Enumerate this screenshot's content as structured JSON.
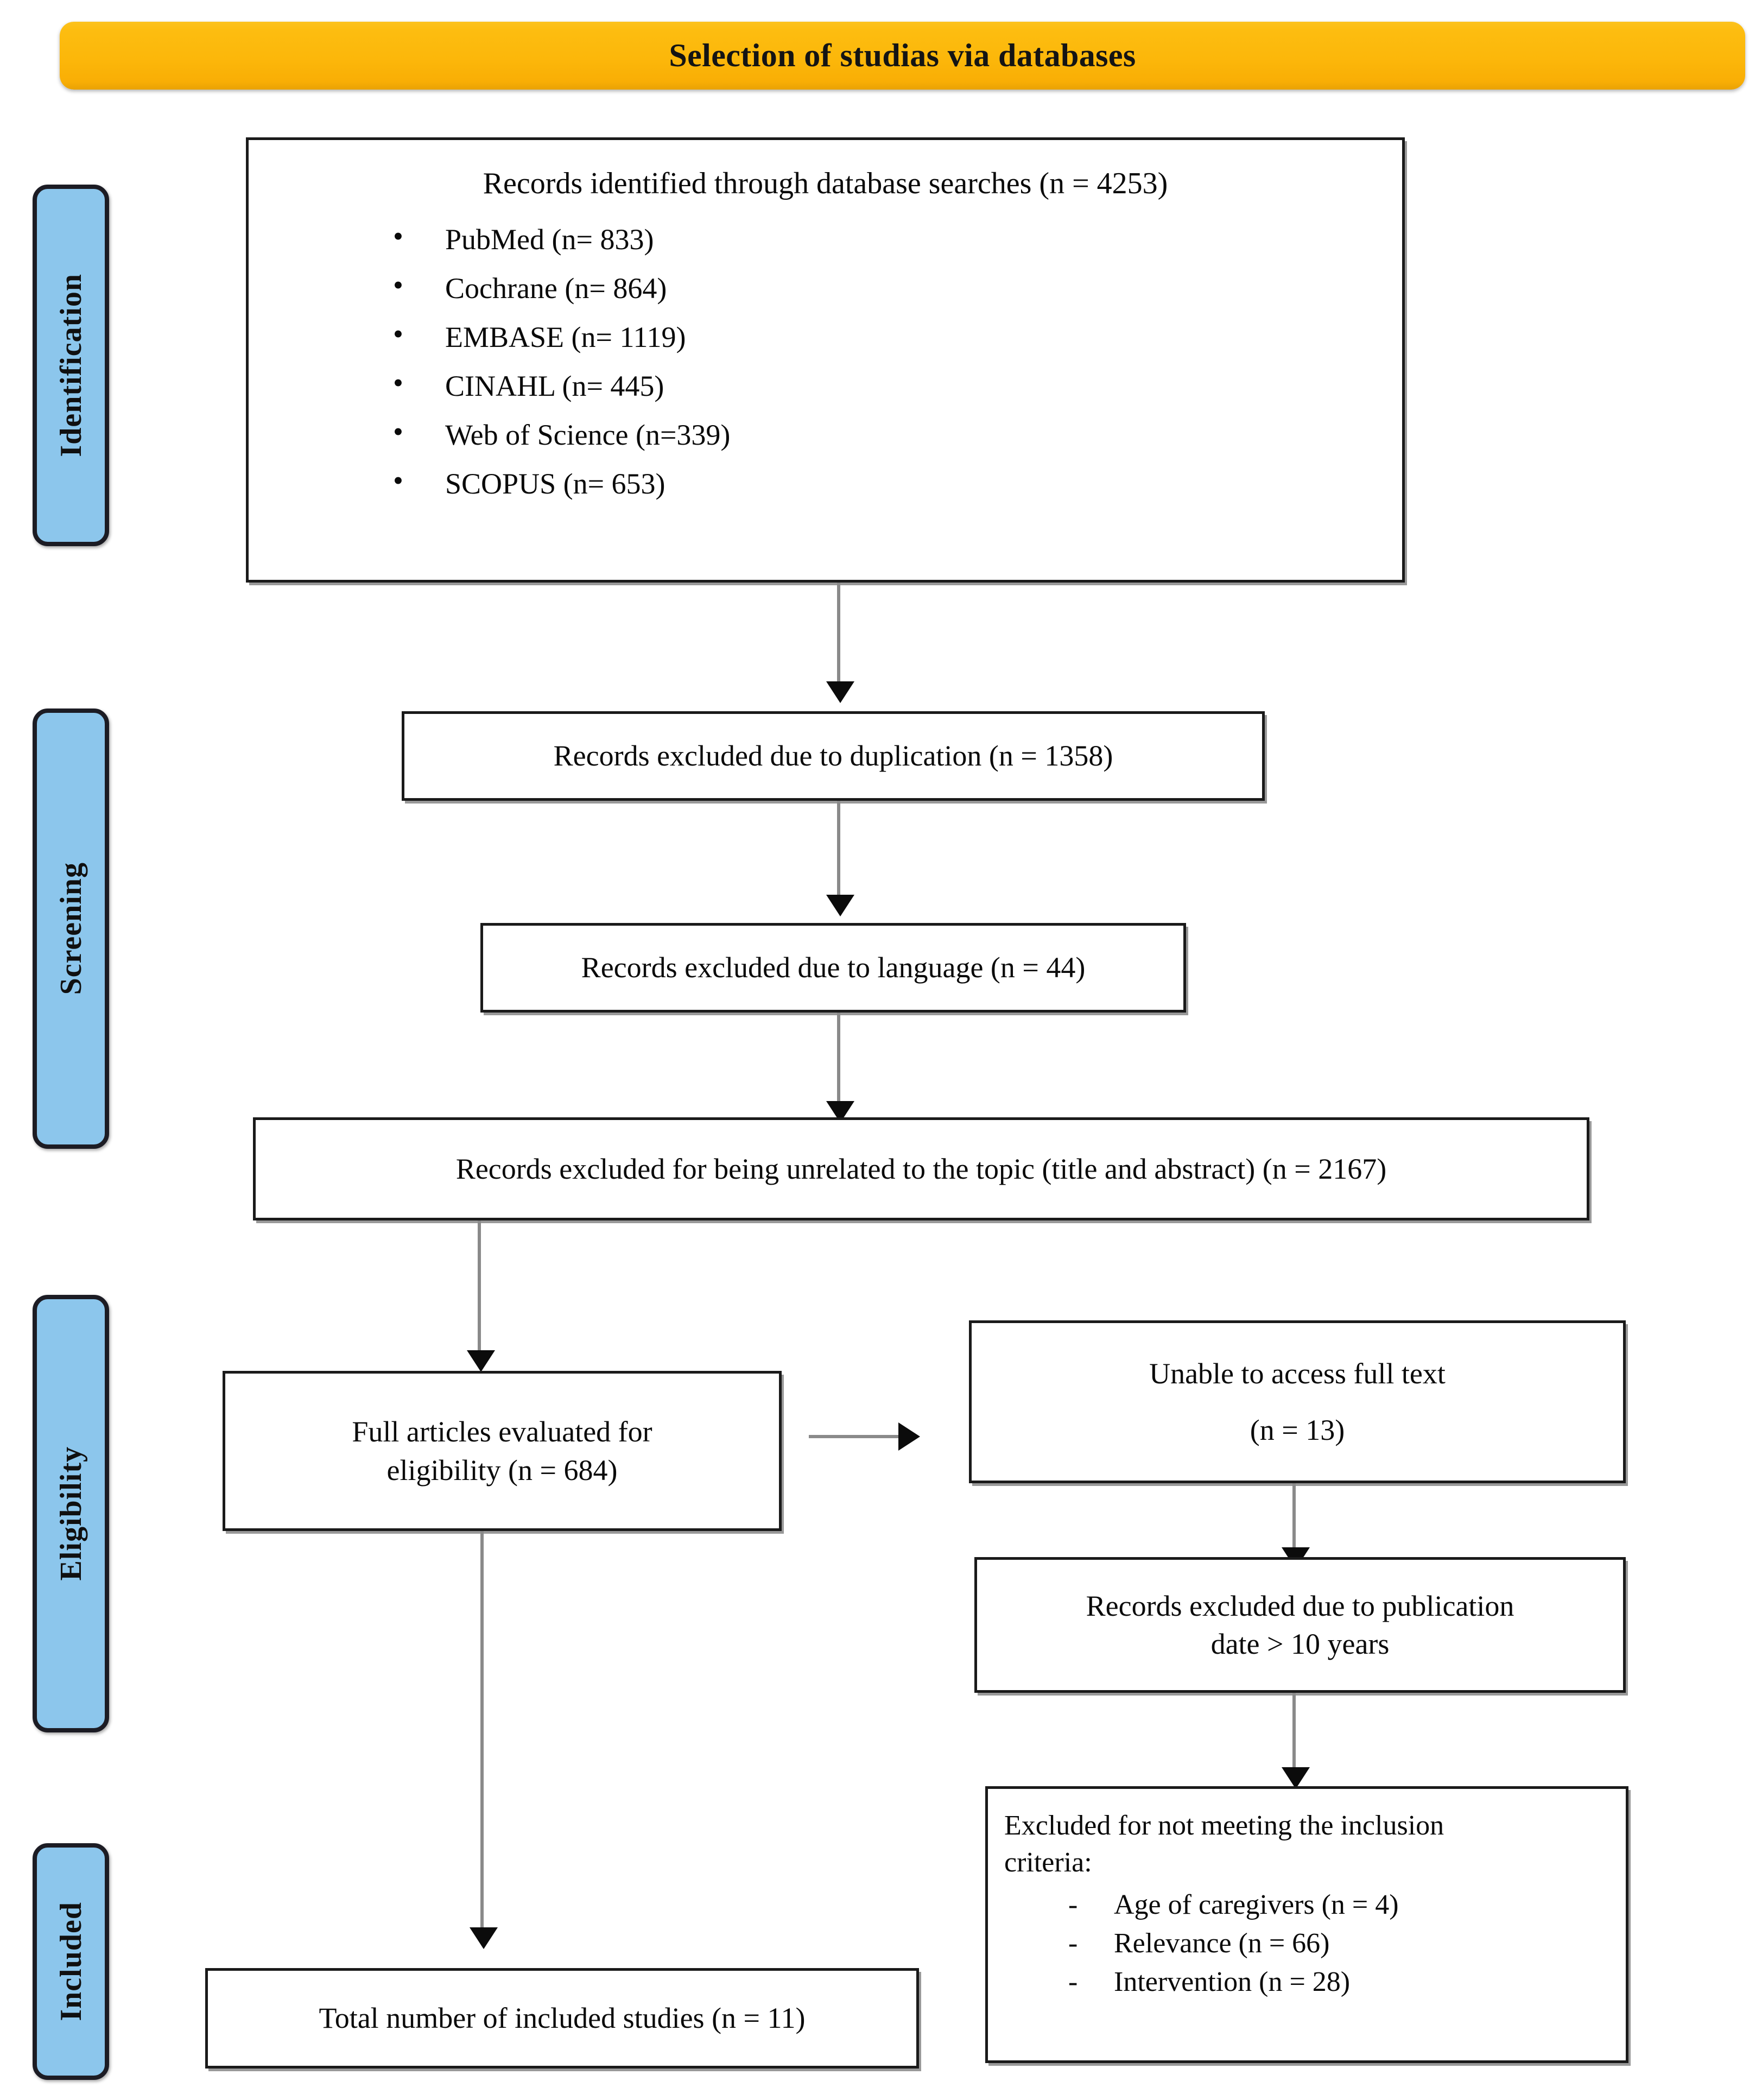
{
  "banner": {
    "title": "Selection of studias via databases"
  },
  "stages": [
    {
      "id": "identification",
      "label": "Identification"
    },
    {
      "id": "screening",
      "label": "Screening"
    },
    {
      "id": "eligibility",
      "label": "Eligibility"
    },
    {
      "id": "included",
      "label": "Included"
    }
  ],
  "identification": {
    "heading": "Records identified through database searches (n = 4253)",
    "databases": [
      "PubMed (n= 833)",
      "Cochrane (n= 864)",
      "EMBASE (n= 1119)",
      "CINAHL (n= 445)",
      "Web of Science (n=339)",
      "SCOPUS (n= 653)"
    ]
  },
  "screening": {
    "duplication": "Records excluded due to duplication (n = 1358)",
    "language": "Records excluded due to language (n = 44)",
    "unrelated": "Records excluded for being unrelated to the topic (title and abstract) (n = 2167)"
  },
  "eligibility": {
    "full_articles_line1": "Full articles evaluated for",
    "full_articles_line2": "eligibility (n = 684)",
    "no_access_line1": "Unable to access full text",
    "no_access_line2": "(n = 13)",
    "pub_date_line1": "Records excluded due to publication",
    "pub_date_line2": "date > 10 years",
    "criteria_heading_line1": "Excluded for not meeting  the inclusion",
    "criteria_heading_line2": "criteria:",
    "criteria_items": [
      "Age of caregivers (n = 4)",
      "Relevance  (n = 66)",
      "Intervention (n = 28)"
    ]
  },
  "included": {
    "total": "Total number of included studies (n = 11)"
  },
  "colors": {
    "banner": "#fcb70a",
    "stage_label": "#8cc6ec",
    "stage_border": "#1c1c24",
    "box_border": "#1a1a1a",
    "connector": "#8a8a8a",
    "arrow_head": "#0b0b0b"
  },
  "chart_data": {
    "type": "diagram",
    "title": "Selection of studias via databases",
    "nodes": [
      {
        "id": "identified",
        "stage": "Identification",
        "label": "Records identified through database searches",
        "n": 4253
      },
      {
        "id": "pubmed",
        "stage": "Identification",
        "label": "PubMed",
        "n": 833
      },
      {
        "id": "cochrane",
        "stage": "Identification",
        "label": "Cochrane",
        "n": 864
      },
      {
        "id": "embase",
        "stage": "Identification",
        "label": "EMBASE",
        "n": 1119
      },
      {
        "id": "cinahl",
        "stage": "Identification",
        "label": "CINAHL",
        "n": 445
      },
      {
        "id": "wos",
        "stage": "Identification",
        "label": "Web of Science",
        "n": 339
      },
      {
        "id": "scopus",
        "stage": "Identification",
        "label": "SCOPUS",
        "n": 653
      },
      {
        "id": "dup",
        "stage": "Screening",
        "label": "Records excluded due to duplication",
        "n": 1358
      },
      {
        "id": "lang",
        "stage": "Screening",
        "label": "Records excluded due to language",
        "n": 44
      },
      {
        "id": "unrelated",
        "stage": "Screening",
        "label": "Records excluded for being unrelated to the topic (title and abstract)",
        "n": 2167
      },
      {
        "id": "fulltext",
        "stage": "Eligibility",
        "label": "Full articles evaluated for eligibility",
        "n": 684
      },
      {
        "id": "noaccess",
        "stage": "Eligibility",
        "label": "Unable to access full text",
        "n": 13
      },
      {
        "id": "pubdate",
        "stage": "Eligibility",
        "label": "Records excluded due to publication date > 10 years",
        "n": null
      },
      {
        "id": "criteria",
        "stage": "Eligibility",
        "label": "Excluded for not meeting the inclusion criteria",
        "n": null
      },
      {
        "id": "age",
        "stage": "Eligibility",
        "label": "Age of caregivers",
        "n": 4
      },
      {
        "id": "relevance",
        "stage": "Eligibility",
        "label": "Relevance",
        "n": 66
      },
      {
        "id": "intervention",
        "stage": "Eligibility",
        "label": "Intervention",
        "n": 28
      },
      {
        "id": "included",
        "stage": "Included",
        "label": "Total number of included studies",
        "n": 11
      }
    ],
    "edges": [
      {
        "from": "identified",
        "to": "dup"
      },
      {
        "from": "dup",
        "to": "lang"
      },
      {
        "from": "lang",
        "to": "unrelated"
      },
      {
        "from": "unrelated",
        "to": "fulltext"
      },
      {
        "from": "fulltext",
        "to": "noaccess"
      },
      {
        "from": "noaccess",
        "to": "pubdate"
      },
      {
        "from": "pubdate",
        "to": "criteria"
      },
      {
        "from": "fulltext",
        "to": "included"
      }
    ]
  }
}
